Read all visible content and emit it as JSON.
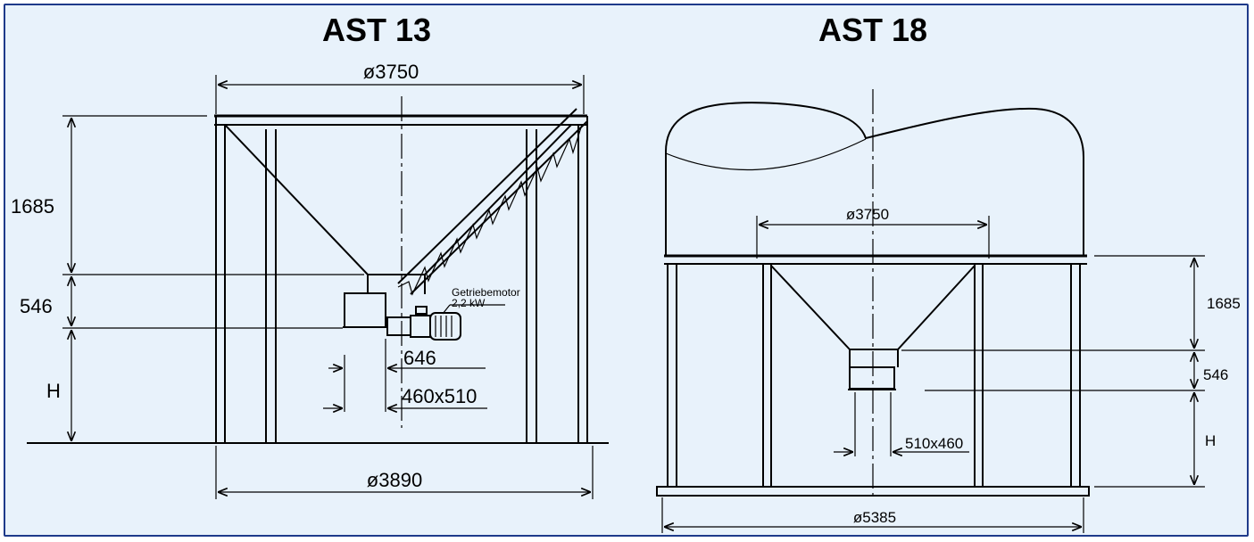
{
  "left": {
    "title": "AST 13",
    "dim_top_diameter": "ø3750",
    "dim_hopper_height": "1685",
    "dim_outlet_height": "546",
    "dim_h": "H",
    "dim_646": "646",
    "dim_outlet_size": "460x510",
    "dim_base_diameter": "ø3890",
    "motor_label": "Getriebemotor",
    "motor_power": "2,2 kW"
  },
  "right": {
    "title": "AST 18",
    "dim_diameter": "ø3750",
    "dim_hopper_height": "1685",
    "dim_outlet_height": "546",
    "dim_h": "H",
    "dim_outlet_size": "510x460",
    "dim_base_diameter": "ø5385"
  },
  "colors": {
    "background": "#e8f2fb",
    "frame_border": "#1e3a8a",
    "lines": "#000000"
  }
}
